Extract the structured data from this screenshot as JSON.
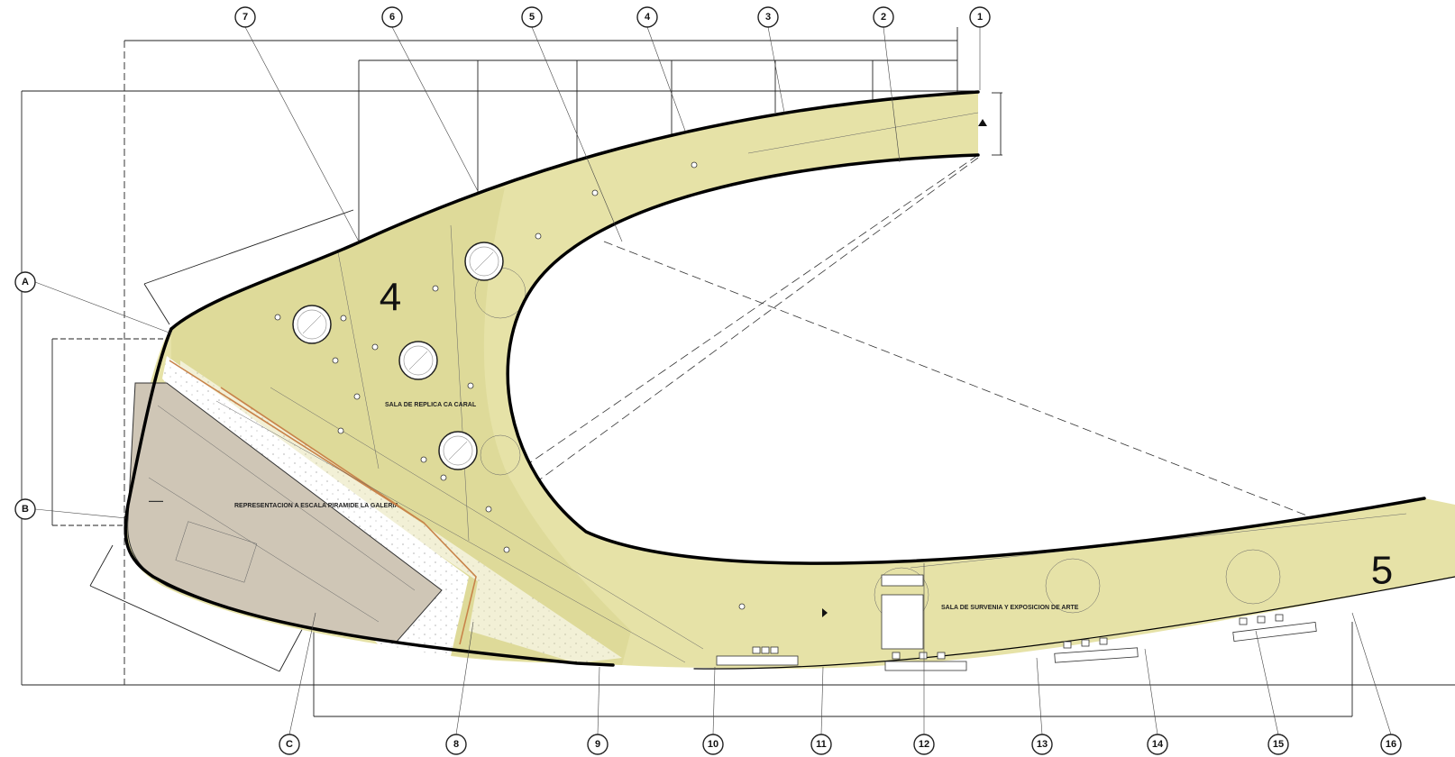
{
  "drawing": {
    "room_numbers": [
      "4",
      "5"
    ],
    "room_labels": {
      "room4": "SALA DE REPLICA CA CARAL",
      "room5": "SALA DE SURVENIA Y EXPOSICION DE ARTE",
      "pyramid": "REPRESENTACION A ESCALA PIRAMIDE LA GALERIA"
    },
    "top_axes": [
      "7",
      "6",
      "5",
      "4",
      "3",
      "2",
      "1"
    ],
    "bottom_axes": [
      "C",
      "8",
      "9",
      "10",
      "11",
      "12",
      "13",
      "14",
      "15",
      "16"
    ],
    "left_axes": [
      "A",
      "B"
    ]
  },
  "colors": {
    "floor": "#e6e2a7",
    "pyramid_area": "#cfc6b6",
    "walls": "#000000",
    "ramp_edge": "#c8834a"
  }
}
